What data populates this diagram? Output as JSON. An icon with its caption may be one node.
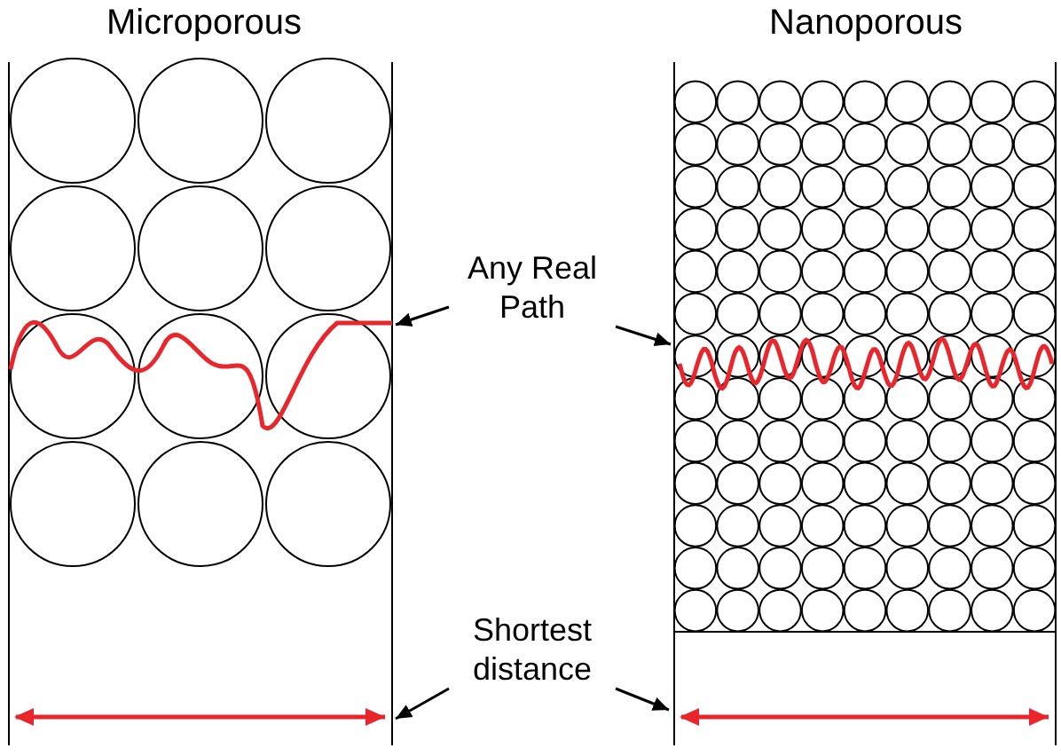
{
  "diagram": {
    "nodes": [
      {
        "text": [
          "Any Real Path"
        ]
      },
      {
        "text": [],
        "shape": "line"
      },
      {
        "text": [],
        "shape": "line"
      },
      {
        "text": [
          "Shortest distance"
        ]
      },
      {
        "text": [],
        "shape": "line"
      },
      {
        "text": [],
        "shape": "line"
      }
    ],
    "edges": [
      {
        "from": 0,
        "to": 1,
        "arrow": "to"
      },
      {
        "from": 0,
        "to": 2,
        "arrow": "to"
      },
      {
        "from": 3,
        "to": 4,
        "arrow": "to"
      },
      {
        "from": 3,
        "to": 5,
        "arrow": "to"
      }
    ],
    "labels": [
      "Microporous",
      "Nanoporous"
    ]
  }
}
